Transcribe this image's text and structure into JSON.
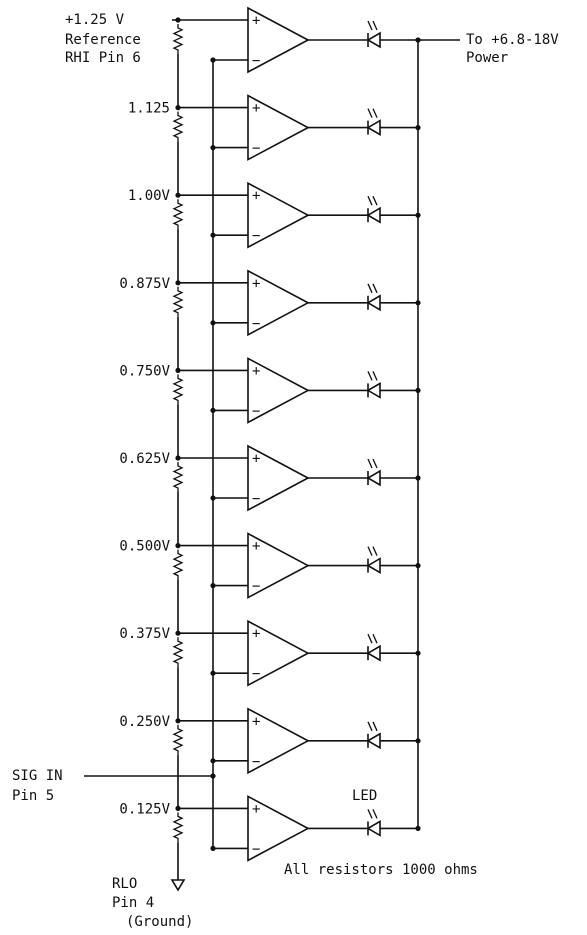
{
  "labels": {
    "reference": [
      "+1.25 V",
      "Reference",
      "RHI Pin 6"
    ],
    "power": [
      "To +6.8-18V",
      "Power"
    ],
    "sig_in": [
      "SIG IN",
      "Pin 5"
    ],
    "rlo": [
      "RLO",
      "Pin 4",
      "(Ground)"
    ],
    "led": "LED",
    "resistors_note": "All resistors 1000 ohms",
    "opamp_plus": "+",
    "opamp_minus": "−"
  },
  "taps": [
    "1.125",
    "1.00V",
    "0.875V",
    "0.750V",
    "0.625V",
    "0.500V",
    "0.375V",
    "0.250V",
    "0.125V"
  ]
}
